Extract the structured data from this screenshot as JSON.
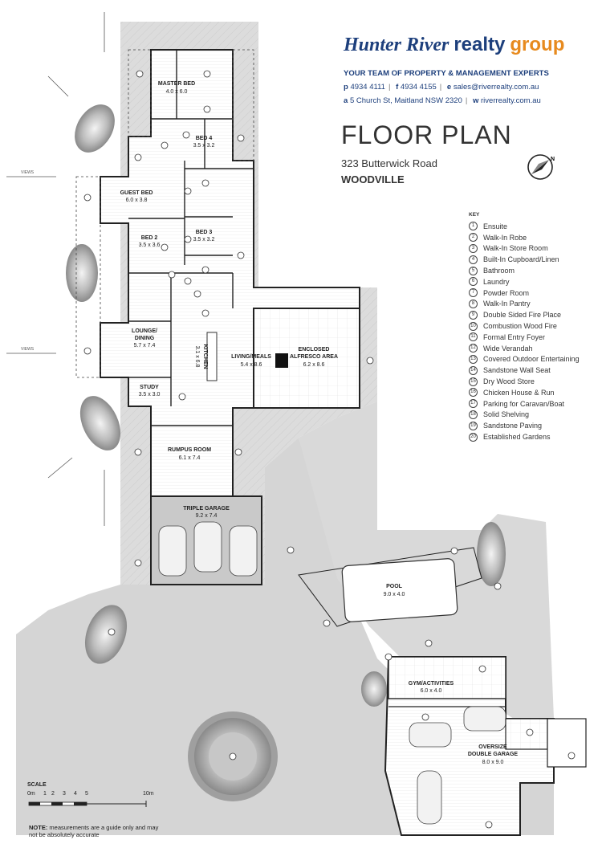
{
  "brand": {
    "part1": "Hunter River",
    "part2": "realty",
    "part3": "group"
  },
  "tagline": "YOUR TEAM OF PROPERTY & MANAGEMENT EXPERTS",
  "contact": {
    "phone_label": "p",
    "phone": "4934 4111",
    "fax_label": "f",
    "fax": "4934 4155",
    "email_label": "e",
    "email": "sales@riverrealty.com.au",
    "address_label": "a",
    "address": "5 Church St, Maitland NSW 2320",
    "web_label": "w",
    "web": "riverrealty.com.au"
  },
  "plan": {
    "title": "FLOOR PLAN",
    "address": "323 Butterwick Road",
    "suburb": "WOODVILLE"
  },
  "compass": {
    "letter": "N"
  },
  "key": {
    "title": "KEY",
    "items": [
      {
        "n": "1",
        "label": "Ensuite"
      },
      {
        "n": "2",
        "label": "Walk-In Robe"
      },
      {
        "n": "3",
        "label": "Walk-In Store Room"
      },
      {
        "n": "4",
        "label": "Built-In Cupboard/Linen"
      },
      {
        "n": "5",
        "label": "Bathroom"
      },
      {
        "n": "6",
        "label": "Laundry"
      },
      {
        "n": "7",
        "label": "Powder Room"
      },
      {
        "n": "8",
        "label": "Walk-In Pantry"
      },
      {
        "n": "9",
        "label": "Double Sided Fire Place"
      },
      {
        "n": "10",
        "label": "Combustion Wood Fire"
      },
      {
        "n": "11",
        "label": "Formal Entry Foyer"
      },
      {
        "n": "12",
        "label": "Wide Verandah"
      },
      {
        "n": "13",
        "label": "Covered Outdoor Entertaining"
      },
      {
        "n": "14",
        "label": "Sandstone Wall Seat"
      },
      {
        "n": "15",
        "label": "Dry Wood Store"
      },
      {
        "n": "16",
        "label": "Chicken House & Run"
      },
      {
        "n": "17",
        "label": "Parking for Caravan/Boat"
      },
      {
        "n": "18",
        "label": "Solid Shelving"
      },
      {
        "n": "19",
        "label": "Sandstone Paving"
      },
      {
        "n": "20",
        "label": "Established Gardens"
      }
    ]
  },
  "rooms": {
    "master_bed": {
      "name": "MASTER BED",
      "dim": "4.0 x 6.0"
    },
    "bed4": {
      "name": "BED 4",
      "dim": "3.5 x 3.2"
    },
    "guest_bed": {
      "name": "GUEST BED",
      "dim": "6.0 x 3.8"
    },
    "bed2": {
      "name": "BED 2",
      "dim": "3.5 x 3.6"
    },
    "bed3": {
      "name": "BED 3",
      "dim": "3.5 x 3.2"
    },
    "lounge_l1": "LOUNGE/",
    "lounge_l2": "DINING",
    "lounge_dim": "5.7 x 7.4",
    "kitchen": {
      "name": "KITCHEN",
      "dim": "3.1 x 6.8"
    },
    "living": {
      "name": "LIVING/MEALS",
      "dim": "5.4 x 8.6"
    },
    "alfresco_l1": "ENCLOSED",
    "alfresco_l2": "ALFRESCO AREA",
    "alfresco_dim": "6.2 x 8.6",
    "study": {
      "name": "STUDY",
      "dim": "3.5 x 3.0"
    },
    "rumpus": {
      "name": "RUMPUS ROOM",
      "dim": "6.1 x 7.4"
    },
    "triple_garage": {
      "name": "TRIPLE GARAGE",
      "dim": "9.2 x 7.4"
    },
    "pool": {
      "name": "POOL",
      "dim": "9.0 x 4.0"
    },
    "gym": {
      "name": "GYM/ACTIVITIES",
      "dim": "6.0 x 4.0"
    },
    "oversize_l1": "OVERSIZE",
    "oversize_l2": "DOUBLE GARAGE",
    "oversize_dim": "8.0 x 9.0"
  },
  "views_label": "VIEWS",
  "scale": {
    "title": "SCALE",
    "ticks": [
      "0m",
      "1",
      "2",
      "3",
      "4",
      "5",
      "10m"
    ]
  },
  "note": {
    "bold": "NOTE:",
    "text": " measurements are a guide only and may not be absolutely accurate"
  }
}
